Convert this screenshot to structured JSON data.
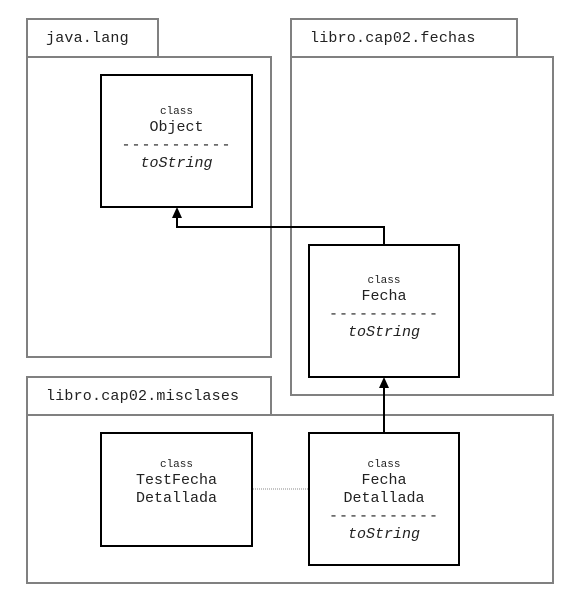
{
  "packages": {
    "java_lang": "java.lang",
    "fechas": "libro.cap02.fechas",
    "misclases": "libro.cap02.misclases"
  },
  "classes": {
    "object": {
      "keyword": "class",
      "name": "Object",
      "separator": "-----------",
      "method": "toString"
    },
    "fecha": {
      "keyword": "class",
      "name": "Fecha",
      "separator": "-----------",
      "method": "toString"
    },
    "test_fecha_detallada": {
      "keyword": "class",
      "name_line1": "TestFecha",
      "name_line2": "Detallada"
    },
    "fecha_detallada": {
      "keyword": "class",
      "name_line1": "Fecha",
      "name_line2": "Detallada",
      "separator": "-----------",
      "method": "toString"
    }
  },
  "colors": {
    "package_border": "#808080",
    "class_border": "#000000",
    "dependency_line": "#888888"
  }
}
